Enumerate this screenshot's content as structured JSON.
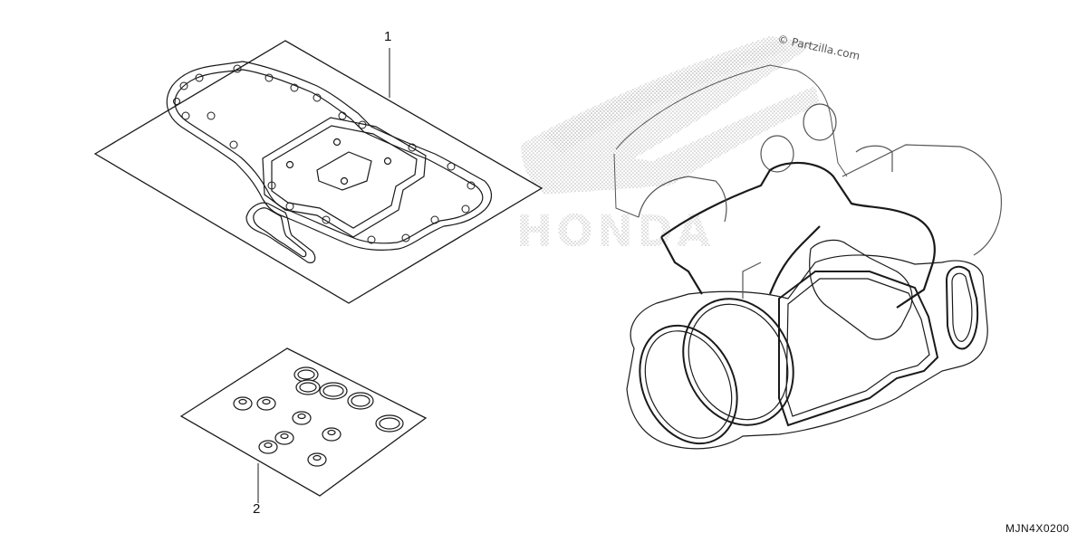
{
  "diagram": {
    "watermark": "© Partzilla.com",
    "diagram_code": "MJN4X0200",
    "brand_logo_text": "HONDA",
    "callouts": [
      {
        "number": "1"
      },
      {
        "number": "2"
      }
    ],
    "colors": {
      "line": "#1a1a1a",
      "paper": "#ffffff",
      "logo_dots": "#c8c8c8"
    }
  }
}
